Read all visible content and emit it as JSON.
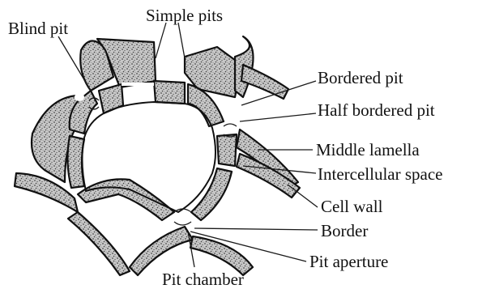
{
  "labels": {
    "blind_pit": "Blind pit",
    "simple_pits": "Simple pits",
    "bordered_pit": "Bordered pit",
    "half_bordered_pit": "Half bordered pit",
    "middle_lamella": "Middle lamella",
    "intercellular_space": "Intercellular space",
    "cell_wall": "Cell wall",
    "border": "Border",
    "pit_aperture": "Pit aperture",
    "pit_chamber": "Pit chamber"
  }
}
